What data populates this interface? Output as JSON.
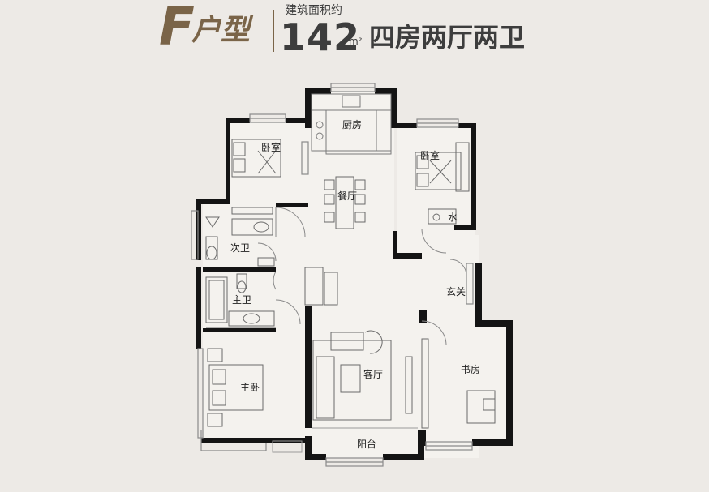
{
  "title": {
    "letter": "F",
    "suffix": "户型",
    "area_label": "建筑面积约",
    "area_value": "142",
    "area_unit": "m²",
    "layout": "四房两厅两卫"
  },
  "rooms": {
    "kitchen": "厨房",
    "dining": "餐厅",
    "bedroom_nw": "卧室",
    "bedroom_ne": "卧室",
    "water": "水",
    "second_bath": "次卫",
    "master_bath": "主卫",
    "entrance": "玄关",
    "living": "客厅",
    "study": "书房",
    "master_bedroom": "主卧",
    "balcony": "阳台"
  },
  "colors": {
    "wall": "#141414",
    "brown": "#7a6448",
    "background": "#edeae6",
    "floor": "#f4f2ee"
  }
}
